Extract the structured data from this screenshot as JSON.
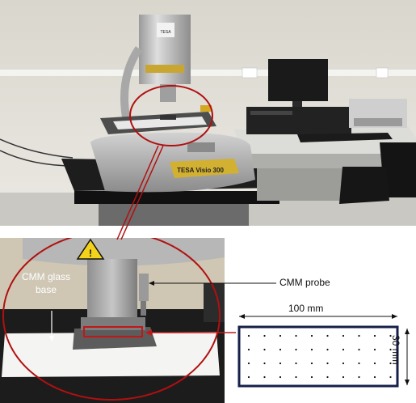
{
  "labels": {
    "glass_base": "CMM glass base",
    "probe": "CMM probe",
    "width": "100 mm",
    "height": "30 mm"
  },
  "colors": {
    "highlight_ellipse": "#b01010",
    "pointer_line": "#c01818",
    "sample_border": "#16204a",
    "lab_wall": "#e6e3dc",
    "machine_silver": "#c3c3c3"
  },
  "icons": [
    "warning-sign-icon"
  ]
}
